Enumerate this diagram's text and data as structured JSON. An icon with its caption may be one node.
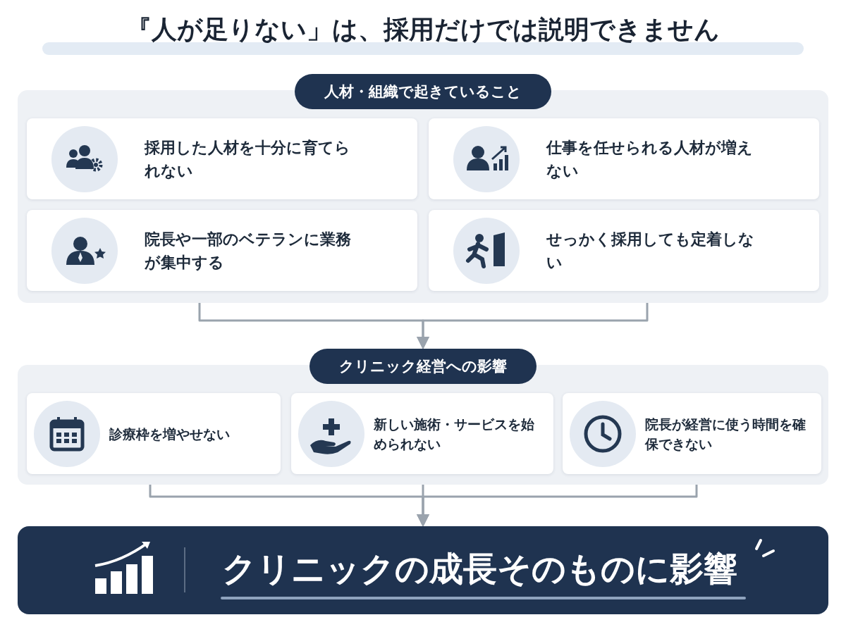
{
  "diagram": {
    "title": "『人が足りない」は、採用だけでは説明できません",
    "nodes": [
      {
        "text": [
          "人材・組織で起きていること"
        ]
      },
      {
        "text": [
          "採用した人材を十分に育てられない"
        ],
        "in": 0
      },
      {
        "text": [
          "仕事を任せられる人材が増えない"
        ],
        "in": 0
      },
      {
        "text": [
          "院長や一部のベテランに業務が集中する"
        ],
        "in": 0
      },
      {
        "text": [
          "せっかく採用しても定着しない"
        ],
        "in": 0
      },
      {
        "text": [
          "クリニック経営への影響"
        ]
      },
      {
        "text": [
          "診療枠を増やせない"
        ],
        "in": 5
      },
      {
        "text": [
          "新しい施術・サービスを始められない"
        ],
        "in": 5
      },
      {
        "text": [
          "院長が経営に使う時間を確保できない"
        ],
        "in": 5
      },
      {
        "text": [
          "クリニックの成長そのものに影響"
        ]
      }
    ],
    "edges": [
      {
        "from": 3,
        "to": 5,
        "arrow": "to"
      },
      {
        "from": 4,
        "to": 5,
        "arrow": "to"
      },
      {
        "from": 6,
        "to": 9,
        "arrow": "to"
      },
      {
        "from": 7,
        "to": 9,
        "arrow": "to"
      },
      {
        "from": 8,
        "to": 9,
        "arrow": "to"
      }
    ]
  }
}
